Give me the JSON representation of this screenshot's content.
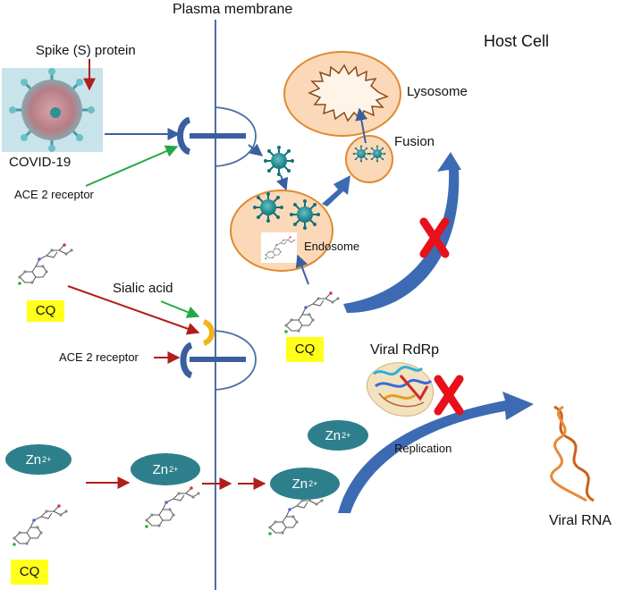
{
  "labels": {
    "plasma_membrane": "Plasma membrane",
    "host_cell": "Host Cell",
    "spike_protein": "Spike (S) protein",
    "covid": "COVID-19",
    "ace2_receptor_top": "ACE 2 receptor",
    "lysosome": "Lysosome",
    "fusion": "Fusion",
    "endosome": "Endosome",
    "sialic_acid": "Sialic acid",
    "ace2_receptor_bottom": "ACE 2 receptor",
    "viral_rdrp": "Viral RdRp",
    "replication": "Replication",
    "viral_rna": "Viral RNA"
  },
  "cq_label": "CQ",
  "zinc": {
    "symbol": "Zn",
    "charge": "2+"
  },
  "colors": {
    "membrane": "#4a6fa5",
    "receptor": "#3a5f9f",
    "red_arrow": "#b01e1e",
    "green_arrow": "#27a844",
    "vesicle_fill": "#fbd9b8",
    "vesicle_stroke": "#e08a30",
    "block_x": "#e8101a",
    "zinc": "#2e7f8c",
    "cq_bg": "#ffff1a",
    "virus": "#1f8e96",
    "sialic": "#f2b21a"
  }
}
